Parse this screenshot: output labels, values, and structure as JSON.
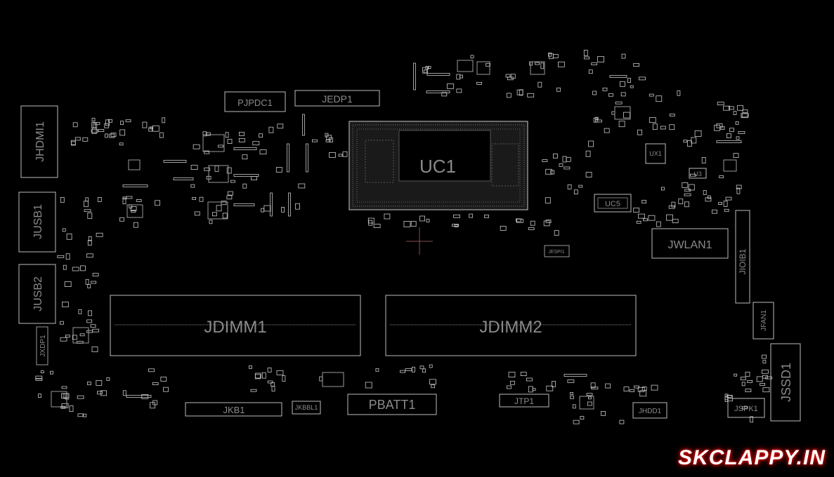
{
  "labels": {
    "uc1": "UC1",
    "jdimm1": "JDIMM1",
    "jdimm2": "JDIMM2",
    "jhdmi1": "JHDMI1",
    "jusb1": "JUSB1",
    "jusb2": "JUSB2",
    "jxdp1": "JXDP1",
    "pjpdc1": "PJPDC1",
    "jedp1": "JEDP1",
    "jwlan1": "JWLAN1",
    "jioib1": "JIOIB1",
    "jfan1": "JFAN1",
    "jssd1": "JSSD1",
    "jspk1": "JSPK1",
    "jhdd1": "JHDD1",
    "jtp1": "JTP1",
    "pbatt1": "PBATT1",
    "jkbbl1": "JKBBL1",
    "jkb1": "JKB1",
    "jespi1": "JESPI1",
    "ux1": "UX1",
    "u3": "U3",
    "uc5": "UC5"
  },
  "watermark": "SKCLAPPY.IN"
}
